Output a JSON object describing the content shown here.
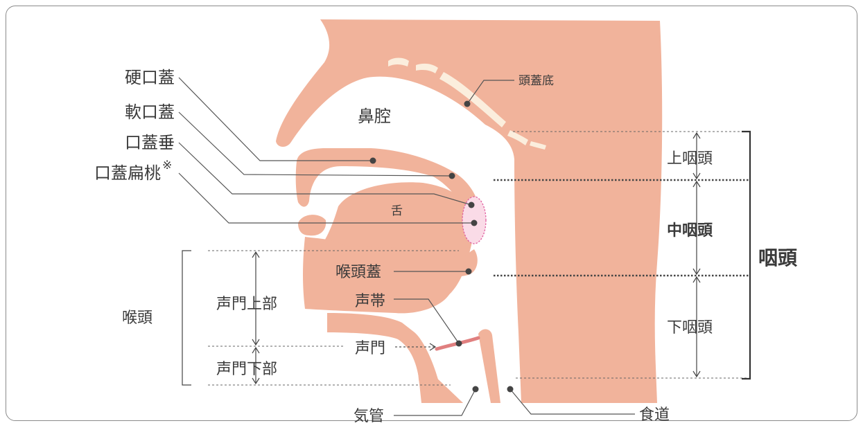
{
  "labels": {
    "hard_palate": "硬口蓋",
    "soft_palate": "軟口蓋",
    "uvula": "口蓋垂",
    "palatine_tonsil": "口蓋扁桃",
    "palatine_tonsil_mark": "※",
    "skull_base": "頭蓋底",
    "nasal_cavity": "鼻腔",
    "tongue": "舌",
    "epiglottis": "喉頭蓋",
    "vocal_cords": "声帯",
    "glottis": "声門",
    "supraglottis": "声門上部",
    "subglottis": "声門下部",
    "larynx": "喉頭",
    "trachea": "気管",
    "esophagus": "食道",
    "epipharynx": "上咽頭",
    "mesopharynx": "中咽頭",
    "hypopharynx": "下咽頭",
    "pharynx": "咽頭"
  },
  "colors": {
    "tissue": "#f1b39b",
    "bone": "#fbeedd",
    "vocal_cord": "#e07f7f",
    "tonsil_fill": "#fadbe7",
    "tonsil_outline": "#e05fa0"
  }
}
